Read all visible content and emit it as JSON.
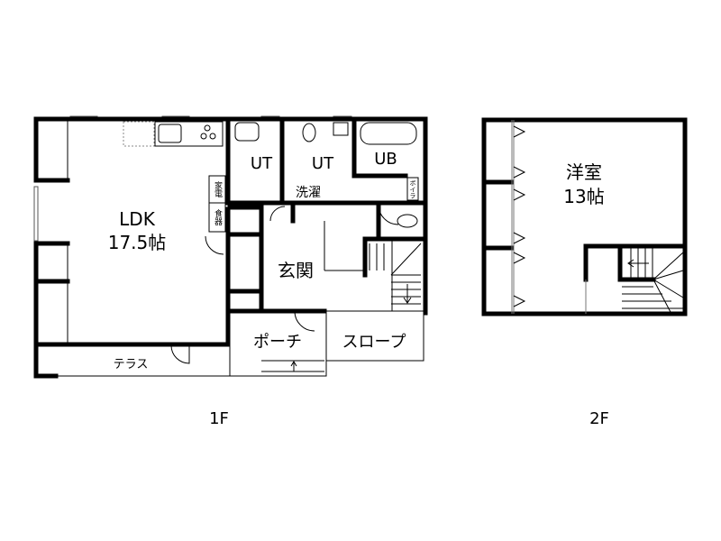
{
  "floor1": {
    "label": "1F",
    "rooms": {
      "ldk": "LDK",
      "ldk_size": "17.5帖",
      "ut1": "UT",
      "ut2": "UT",
      "ub": "UB",
      "laundry": "洗濯",
      "appliances": "家電",
      "dishes": "食器",
      "boiler": "ボイラ",
      "entrance": "玄関",
      "porch": "ポーチ",
      "slope": "スロープ",
      "terrace": "テラス"
    }
  },
  "floor2": {
    "label": "2F",
    "rooms": {
      "western_room": "洋室",
      "western_room_size": "13帖"
    }
  }
}
